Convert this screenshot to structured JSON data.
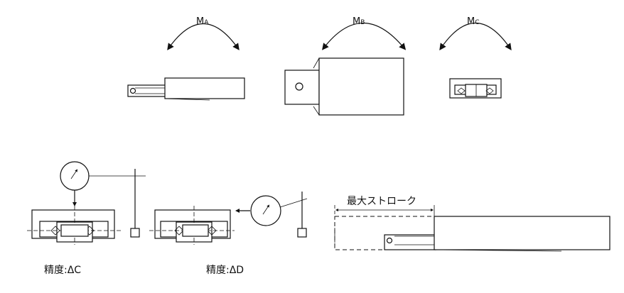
{
  "moments": {
    "ma": {
      "main": "M",
      "sub": "A"
    },
    "mb": {
      "main": "M",
      "sub": "B"
    },
    "mc": {
      "main": "M",
      "sub": "C"
    }
  },
  "accuracy": {
    "c_label": "精度:ΔC",
    "d_label": "精度:ΔD"
  },
  "stroke": {
    "label": "最大ストローク"
  }
}
